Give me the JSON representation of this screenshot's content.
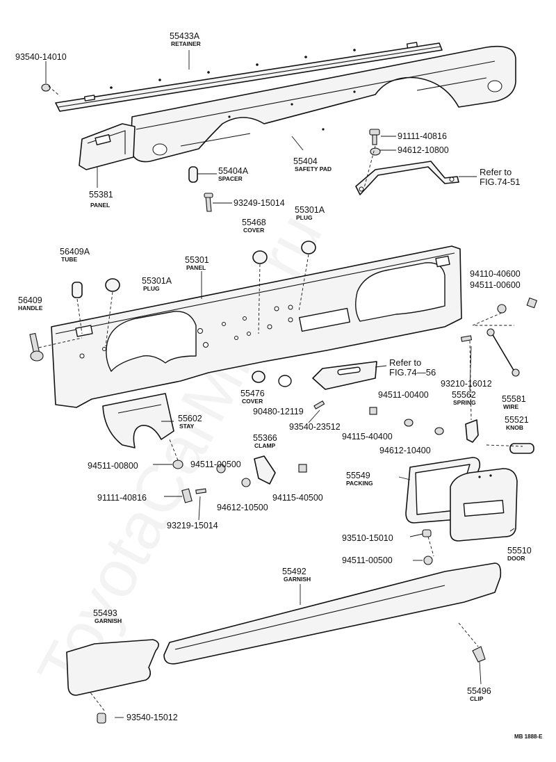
{
  "watermark": "ToyotaCarMine.ru",
  "figure_code": "MB 1888-E",
  "parts": [
    {
      "id": "p55433A",
      "number": "55433A",
      "name": "RETAINER"
    },
    {
      "id": "p93540_14010",
      "number": "93540-14010",
      "name": ""
    },
    {
      "id": "p55381",
      "number": "55381",
      "name": "PANEL"
    },
    {
      "id": "p55404A",
      "number": "55404A",
      "name": "SPACER"
    },
    {
      "id": "p55404",
      "number": "55404",
      "name": "SAFETY PAD"
    },
    {
      "id": "p91111_40816a",
      "number": "91111-40816",
      "name": ""
    },
    {
      "id": "p94612_10800",
      "number": "94612-10800",
      "name": ""
    },
    {
      "id": "p93249_15014",
      "number": "93249-15014",
      "name": ""
    },
    {
      "id": "p55301A_r",
      "number": "55301A",
      "name": "PLUG"
    },
    {
      "id": "p55468",
      "number": "55468",
      "name": "COVER"
    },
    {
      "id": "p56409A",
      "number": "56409A",
      "name": "TUBE"
    },
    {
      "id": "p55301",
      "number": "55301",
      "name": "PANEL"
    },
    {
      "id": "p55301A_l",
      "number": "55301A",
      "name": "PLUG"
    },
    {
      "id": "p56409",
      "number": "56409",
      "name": "HANDLE"
    },
    {
      "id": "p94110_40600",
      "number": "94110-40600",
      "name": ""
    },
    {
      "id": "p94511_00600",
      "number": "94511-00600",
      "name": ""
    },
    {
      "id": "p93210_16012",
      "number": "93210-16012",
      "name": ""
    },
    {
      "id": "p55476",
      "number": "55476",
      "name": "COVER"
    },
    {
      "id": "p90480_12119",
      "number": "90480-12119",
      "name": ""
    },
    {
      "id": "p93540_23512",
      "number": "93540-23512",
      "name": ""
    },
    {
      "id": "p94511_00400",
      "number": "94511-00400",
      "name": ""
    },
    {
      "id": "p55562",
      "number": "55562",
      "name": "SPRING"
    },
    {
      "id": "p55581",
      "number": "55581",
      "name": "WIRE"
    },
    {
      "id": "p55521",
      "number": "55521",
      "name": "KNOB"
    },
    {
      "id": "p55602",
      "number": "55602",
      "name": "STAY"
    },
    {
      "id": "p55366",
      "number": "55366",
      "name": "CLAMP"
    },
    {
      "id": "p94115_40400",
      "number": "94115-40400",
      "name": ""
    },
    {
      "id": "p94612_10400",
      "number": "94612-10400",
      "name": ""
    },
    {
      "id": "p94511_00800",
      "number": "94511-00800",
      "name": ""
    },
    {
      "id": "p94511_00500a",
      "number": "94511-00500",
      "name": ""
    },
    {
      "id": "p91111_40816b",
      "number": "91111-40816",
      "name": ""
    },
    {
      "id": "p94612_10500",
      "number": "94612-10500",
      "name": ""
    },
    {
      "id": "p94115_40500",
      "number": "94115-40500",
      "name": ""
    },
    {
      "id": "p93219_15014",
      "number": "93219-15014",
      "name": ""
    },
    {
      "id": "p55549",
      "number": "55549",
      "name": "PACKING"
    },
    {
      "id": "p93510_15010",
      "number": "93510-15010",
      "name": ""
    },
    {
      "id": "p94511_00500b",
      "number": "94511-00500",
      "name": ""
    },
    {
      "id": "p55510",
      "number": "55510",
      "name": "DOOR"
    },
    {
      "id": "p55492",
      "number": "55492",
      "name": "GARNISH"
    },
    {
      "id": "p55493",
      "number": "55493",
      "name": "GARNISH"
    },
    {
      "id": "p55496",
      "number": "55496",
      "name": "CLIP"
    },
    {
      "id": "p93540_15012",
      "number": "93540-15012",
      "name": ""
    }
  ],
  "references": [
    {
      "id": "ref1",
      "line1": "Refer to",
      "line2": "FIG.74-51"
    },
    {
      "id": "ref2",
      "line1": "Refer to",
      "line2": "FIG.74—56"
    }
  ]
}
